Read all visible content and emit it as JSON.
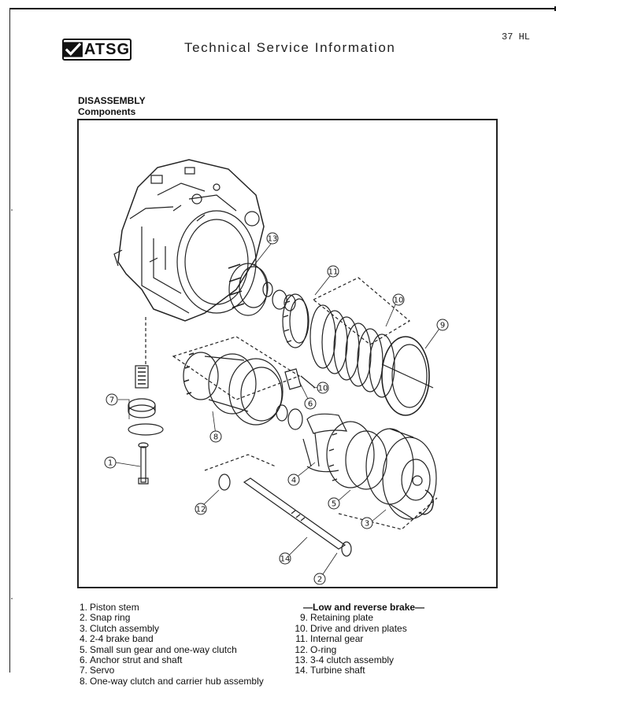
{
  "header": {
    "logo_text": "ATSG",
    "title": "Technical Service Information",
    "page_number": "37 HL"
  },
  "section": {
    "title": "DISASSEMBLY",
    "subtitle": "Components"
  },
  "figure": {
    "callouts": [
      "1",
      "2",
      "3",
      "4",
      "5",
      "6",
      "7",
      "8",
      "9",
      "10",
      "11",
      "12",
      "13",
      "14",
      "10"
    ]
  },
  "legend": {
    "left": [
      {
        "num": "1.",
        "text": "Piston stem"
      },
      {
        "num": "2.",
        "text": "Snap ring"
      },
      {
        "num": "3.",
        "text": "Clutch assembly"
      },
      {
        "num": "4.",
        "text": "2-4 brake band"
      },
      {
        "num": "5.",
        "text": "Small sun gear and one-way clutch"
      },
      {
        "num": "6.",
        "text": "Anchor strut and shaft"
      },
      {
        "num": "7.",
        "text": "Servo"
      },
      {
        "num": "8.",
        "text": "One-way clutch and carrier hub assembly"
      }
    ],
    "right_heading": "—Low and reverse brake—",
    "right": [
      {
        "num": "9.",
        "text": "Retaining plate"
      },
      {
        "num": "10.",
        "text": "Drive and driven plates"
      },
      {
        "num": "11.",
        "text": "Internal gear"
      },
      {
        "num": "12.",
        "text": "O-ring"
      },
      {
        "num": "13.",
        "text": "3-4 clutch assembly"
      },
      {
        "num": "14.",
        "text": "Turbine shaft"
      }
    ]
  }
}
